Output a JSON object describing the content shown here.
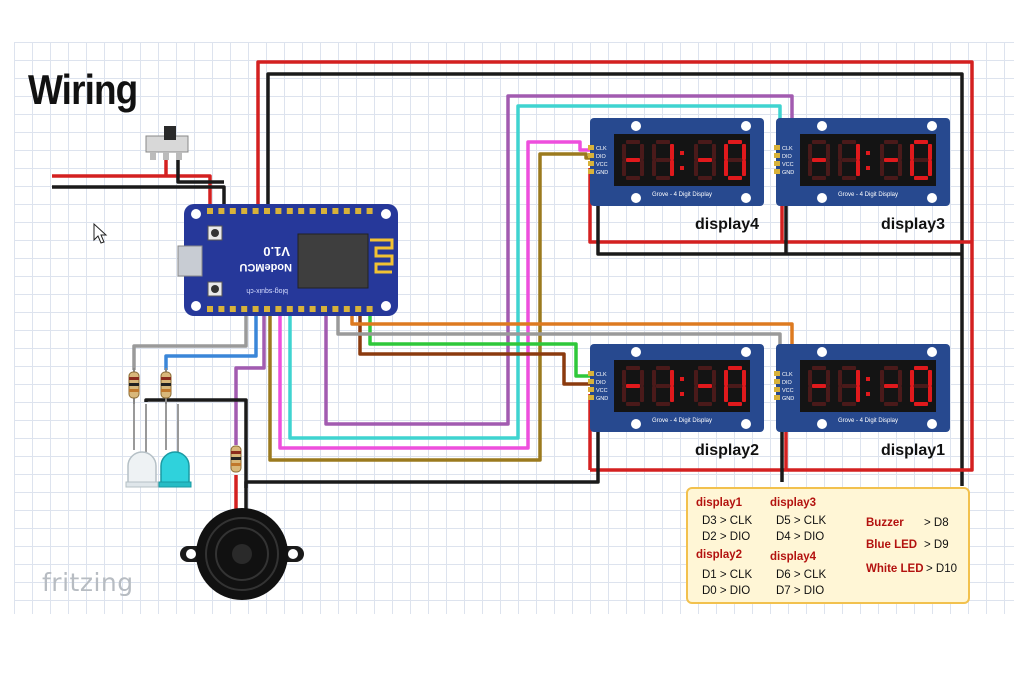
{
  "title": "Wiring",
  "watermark": "fritzing",
  "board": {
    "model_label": "V1.0",
    "name_label": "NodeMCU",
    "site_label": "blog-squix-ch"
  },
  "modules": [
    {
      "name": "display4",
      "digits": "-1:-0"
    },
    {
      "name": "display3",
      "digits": "-1:-0"
    },
    {
      "name": "display2",
      "digits": "-1:-0"
    },
    {
      "name": "display1",
      "digits": "-1:-0"
    }
  ],
  "module_caption": "Grove - 4 Digit Display",
  "module_pins": [
    "CLK",
    "DIO",
    "VCC",
    "GND"
  ],
  "legend": {
    "display1": {
      "title": "display1",
      "lines": [
        "D3 > CLK",
        "D2 > DIO"
      ]
    },
    "display2": {
      "title": "display2",
      "lines": [
        "D1 > CLK",
        "D0 > DIO"
      ]
    },
    "display3": {
      "title": "display3",
      "lines": [
        "D5 > CLK",
        "D4 > DIO"
      ]
    },
    "display4": {
      "title": "display4",
      "lines": [
        "D6 > CLK",
        "D7 > DIO"
      ]
    },
    "buzzer": {
      "label": "Buzzer",
      "pin": "> D8"
    },
    "blue_led": {
      "label": "Blue LED",
      "pin": "> D9"
    },
    "white_led": {
      "label": "White LED",
      "pin": "> D10"
    }
  },
  "colors": {
    "red": "#d42020",
    "black": "#1a1a1a",
    "purple": "#a25bb0",
    "cyan": "#3fd4d0",
    "magenta": "#ee4fdd",
    "olive": "#9b7a1e",
    "green": "#2ec83a",
    "brown": "#8b3a0e",
    "orange": "#dd7a20",
    "gray": "#9a9a9a",
    "blue": "#3a86d8",
    "board": "#26389a",
    "display_pcb": "#27498f",
    "segment": "#e0191c"
  }
}
